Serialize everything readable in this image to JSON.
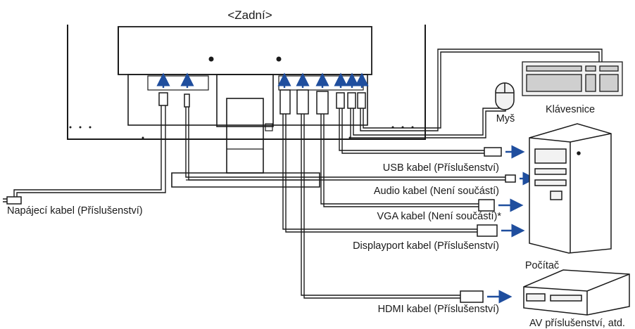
{
  "title": "<Zadní>",
  "labels": {
    "power": "Napájecí kabel (Příslušenství)",
    "usb": "USB kabel (Příslušenství)",
    "audio": "Audio kabel (Není součástí)",
    "vga": "VGA kabel (Není součástí)*",
    "displayport": "Displayport kabel (Příslušenství)",
    "hdmi": "HDMI kabel (Příslušenství)",
    "mouse": "Myš",
    "keyboard": "Klávesnice",
    "computer": "Počítač",
    "av": "AV příslušenství, atd."
  },
  "colors": {
    "line": "#1a1a1a",
    "arrow": "#1f4e9e",
    "panel_fill": "#ffffff",
    "device_fill": "#f2f2f2"
  },
  "icons": [
    "power-plug-icon",
    "mouse-icon",
    "keyboard-icon",
    "computer-tower-icon",
    "av-device-icon",
    "usb-plug-icon",
    "audio-plug-icon",
    "vga-plug-icon",
    "displayport-plug-icon",
    "hdmi-plug-icon",
    "arrow-icon"
  ]
}
